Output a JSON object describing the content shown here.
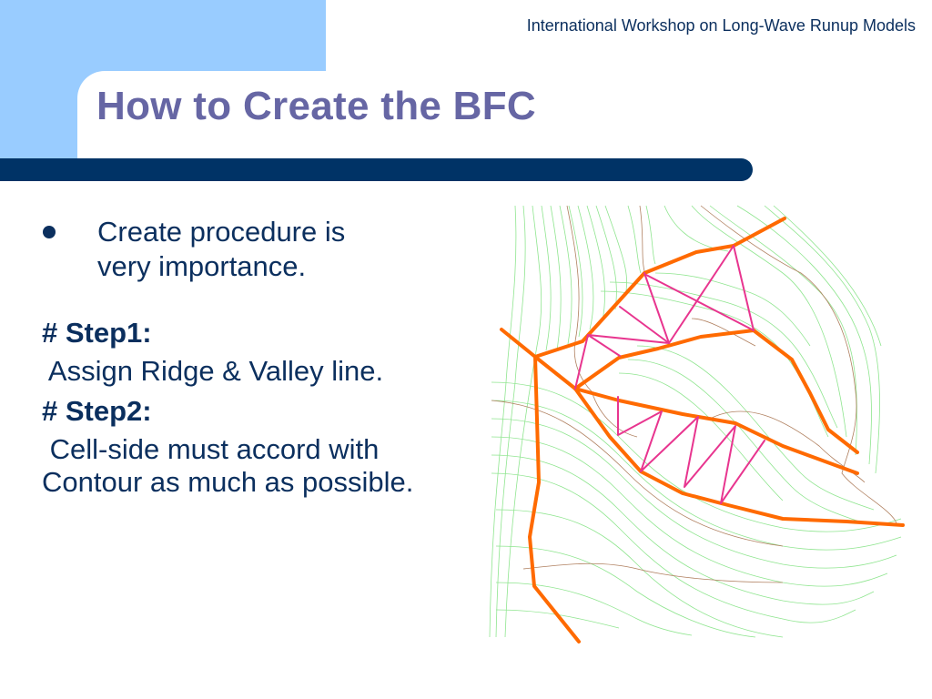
{
  "header": {
    "workshop_title": "International Workshop on Long-Wave Runup Models"
  },
  "slide": {
    "title": "How to Create the BFC",
    "bullet": {
      "line1": "Create procedure is",
      "line2": "very importance."
    },
    "steps": [
      {
        "label": "# Step1:",
        "text_lines": [
          " Assign Ridge & Valley line."
        ]
      },
      {
        "label": "# Step2:",
        "text_lines": [
          " Cell-side must accord with",
          "Contour as much as possible."
        ]
      }
    ]
  },
  "diagram": {
    "description": "Topographic contour map with ridge & valley lines (orange) and grid cell sides (magenta)",
    "colors": {
      "contour_minor": "#8fe58f",
      "contour_major": "#b08060",
      "ridge_valley": "#ff6a00",
      "cell_side": "#e8358f"
    }
  },
  "theme": {
    "accent_light_blue": "#99ccff",
    "navy": "#003366",
    "title_color": "#6666a4"
  }
}
